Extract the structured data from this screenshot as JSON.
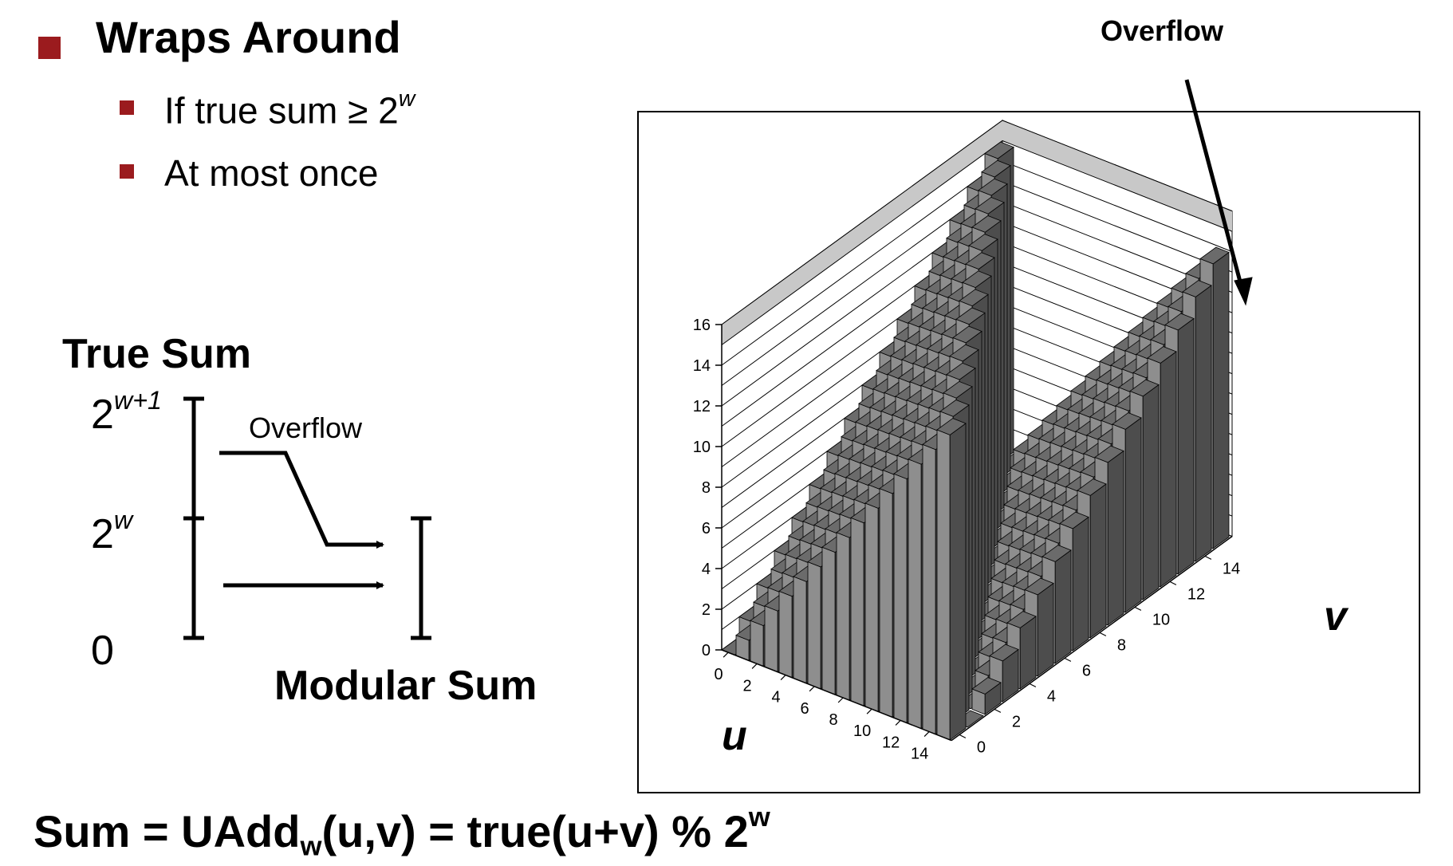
{
  "slide": {
    "heading": "Wraps Around",
    "bullets": [
      {
        "text": "If true sum ≥ 2",
        "sup": "w"
      },
      {
        "text": "At most once"
      }
    ],
    "formula": {
      "prefix": "Sum = UAdd",
      "sub": "w",
      "middle": "(u,v) = true(u+v) % 2",
      "sup": "w"
    },
    "bullet_color": "#9b1b1e"
  },
  "diagram": {
    "true_sum_label": "True Sum",
    "modular_sum_label": "Modular Sum",
    "overflow_label": "Overflow",
    "tick_top": {
      "base": "2",
      "exp": "w+1"
    },
    "tick_mid": {
      "base": "2",
      "exp": "w"
    },
    "tick_zero": "0"
  },
  "chart_annotation": {
    "overflow_label": "Overflow"
  },
  "chart_data": {
    "type": "3d-bar",
    "function": "(u+v) % 16",
    "u_values": [
      0,
      1,
      2,
      3,
      4,
      5,
      6,
      7,
      8,
      9,
      10,
      11,
      12,
      13,
      14,
      15
    ],
    "v_values": [
      0,
      1,
      2,
      3,
      4,
      5,
      6,
      7,
      8,
      9,
      10,
      11,
      12,
      13,
      14,
      15
    ],
    "z_ticks": [
      "0",
      "2",
      "4",
      "6",
      "8",
      "10",
      "12",
      "14",
      "16"
    ],
    "u_ticks": [
      "0",
      "2",
      "4",
      "6",
      "8",
      "10",
      "12",
      "14"
    ],
    "v_ticks": [
      "0",
      "2",
      "4",
      "6",
      "8",
      "10",
      "12",
      "14"
    ],
    "xlabel": "u",
    "ylabel": "v",
    "zlim": [
      0,
      16
    ]
  }
}
